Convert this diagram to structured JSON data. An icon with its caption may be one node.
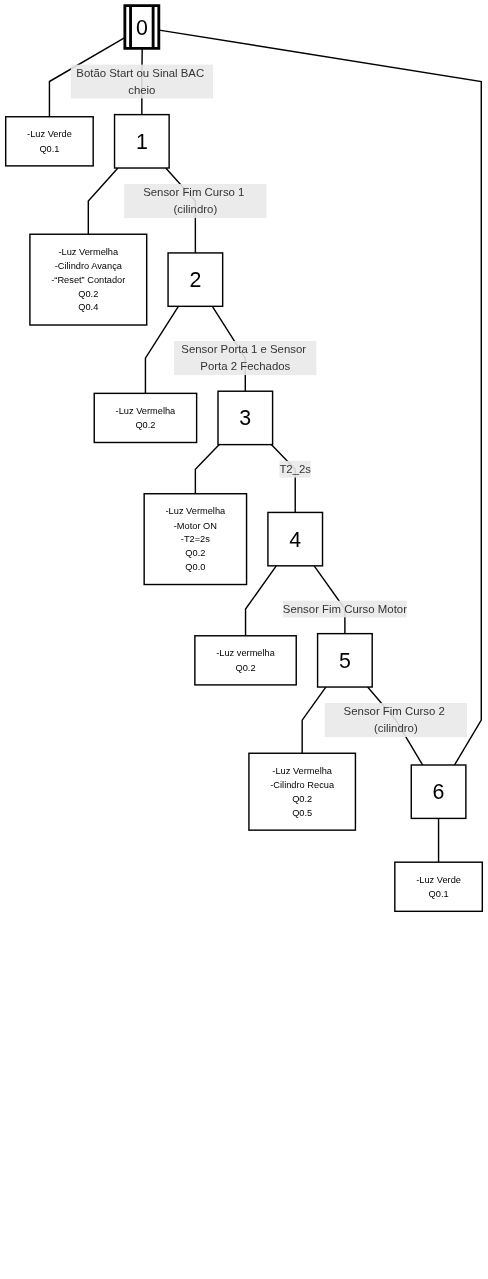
{
  "diagram": {
    "nodes": [
      {
        "text": [
          "0"
        ]
      },
      {
        "text": [
          "-Luz Verde",
          "Q0.1"
        ]
      },
      {
        "text": [
          "1"
        ]
      },
      {
        "text": [
          "-Luz Vermelha",
          "-Cilindro Avança",
          "-“Reset” Contador",
          "Q0.2",
          "Q0.4"
        ]
      },
      {
        "text": [
          "2"
        ]
      },
      {
        "text": [
          "-Luz Vermelha",
          "Q0.2"
        ]
      },
      {
        "text": [
          "3"
        ]
      },
      {
        "text": [
          "-Luz Vermelha",
          "-Motor ON",
          "-T2=2s",
          "Q0.2",
          "Q0.0"
        ]
      },
      {
        "text": [
          "4"
        ]
      },
      {
        "text": [
          "-Luz vermelha",
          "Q0.2"
        ]
      },
      {
        "text": [
          "5"
        ]
      },
      {
        "text": [
          "-Luz Vermelha",
          "-Cilindro Recua",
          "Q0.2",
          "Q0.5"
        ]
      },
      {
        "text": [
          "6"
        ]
      },
      {
        "text": [
          "-Luz Verde",
          "Q0.1"
        ]
      }
    ],
    "edges": [
      {
        "from": 0,
        "to": 1,
        "arrow": "none"
      },
      {
        "from": 0,
        "to": 2,
        "arrow": "none",
        "label": "Botão Start ou Sinal BAC cheio"
      },
      {
        "from": 2,
        "to": 3,
        "arrow": "none"
      },
      {
        "from": 2,
        "to": 4,
        "arrow": "none",
        "label": "Sensor Fim Curso 1 (cilindro)"
      },
      {
        "from": 4,
        "to": 5,
        "arrow": "none"
      },
      {
        "from": 4,
        "to": 6,
        "arrow": "none",
        "label": "Sensor Porta 1 e Sensor Porta 2 Fechados"
      },
      {
        "from": 6,
        "to": 7,
        "arrow": "none"
      },
      {
        "from": 6,
        "to": 8,
        "arrow": "none",
        "label": "T2_2s"
      },
      {
        "from": 8,
        "to": 9,
        "arrow": "none"
      },
      {
        "from": 8,
        "to": 10,
        "arrow": "none",
        "label": "Sensor Fim Curso Motor"
      },
      {
        "from": 10,
        "to": 11,
        "arrow": "none"
      },
      {
        "from": 10,
        "to": 12,
        "arrow": "none",
        "label": "Sensor Fim Curso 2 (cilindro)"
      },
      {
        "from": 12,
        "to": 13,
        "arrow": "none"
      },
      {
        "from": 12,
        "to": 0,
        "arrow": "none"
      }
    ]
  }
}
